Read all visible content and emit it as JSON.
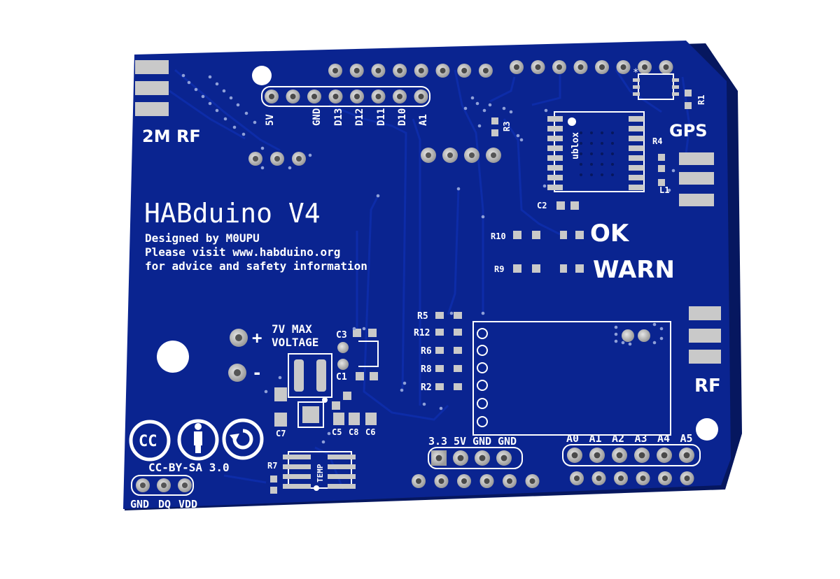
{
  "board": {
    "title": "HABduino V4",
    "credit_line1": "Designed by M0UPU",
    "credit_line2": "Please visit www.habduino.org",
    "credit_line3": "for advice and safety information",
    "voltage_line1": "7V MAX",
    "voltage_line2": "VOLTAGE",
    "plus": "+",
    "minus": "-",
    "rf_2m": "2M RF",
    "gps": "GPS",
    "rf": "RF",
    "ok": "OK",
    "warn": "WARN",
    "ublox": "ublox",
    "license": "CC-BY-SA 3.0",
    "cc": "CC",
    "temp": "TEMP",
    "star": "*"
  },
  "header_labels": [
    "5V",
    "GND",
    "D13",
    "D12",
    "D11",
    "D10",
    "A1"
  ],
  "power_labels": [
    "3.3",
    "5V",
    "GND",
    "GND"
  ],
  "analog_labels": [
    "A0",
    "A1",
    "A2",
    "A3",
    "A4",
    "A5"
  ],
  "sensor_labels": [
    "GND",
    "DQ",
    "VDD"
  ],
  "components": {
    "r1": "R1",
    "r3": "R3",
    "r4": "R4",
    "l1": "L1",
    "c2": "C2",
    "r10": "R10",
    "r9": "R9",
    "r5": "R5",
    "r12": "R12",
    "r6": "R6",
    "r8": "R8",
    "r2": "R2",
    "c3": "C3",
    "c1": "C1",
    "c7": "C7",
    "c5": "C5",
    "c8": "C8",
    "c6": "C6",
    "r7": "R7"
  },
  "colors": {
    "pcb": "#0a2490",
    "pcb_edge": "#06175f",
    "trace": "#0d2ca8",
    "pad": "#c9c9c9",
    "silk": "#ffffff"
  }
}
